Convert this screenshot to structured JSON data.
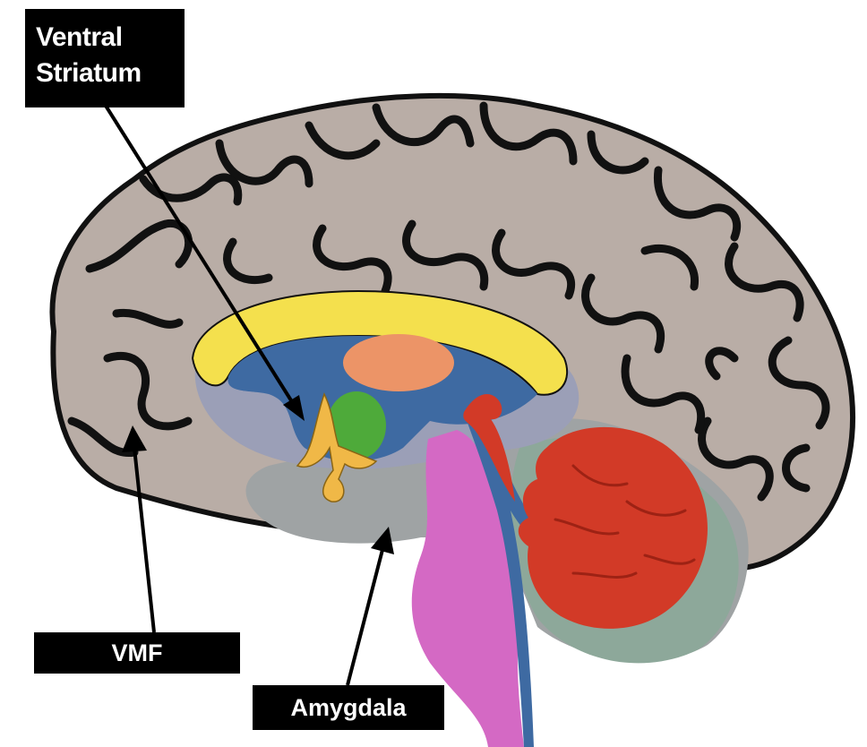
{
  "labels": {
    "ventral_striatum_line1": "Ventral",
    "ventral_striatum_line2": "Striatum",
    "vmf": "VMF",
    "amygdala": "Amygdala"
  },
  "colors": {
    "cortex": "#b9ada6",
    "cortex_outline": "#111111",
    "corpus_callosum": "#f4e04d",
    "ventricle": "#3e6aa2",
    "thalamus": "#ec9467",
    "green_nucleus": "#4eaa3a",
    "ventral_striatum": "#f0b847",
    "subcortex": "#9fa3a4",
    "cerebellum_region": "#8da89a",
    "brainstem": "#d469c4",
    "cerebellum": "#d23a27",
    "label_bg": "#000000",
    "label_text": "#ffffff"
  }
}
